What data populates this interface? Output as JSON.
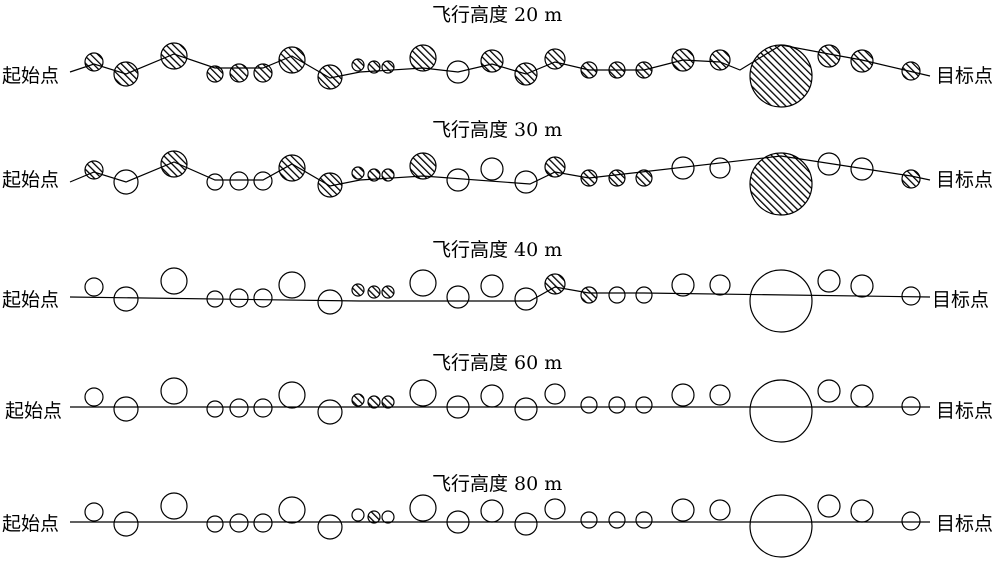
{
  "diagram": {
    "start_label": "起始点",
    "target_label": "目标点",
    "colors": {
      "stroke": "#000000",
      "hatch": "#000000",
      "background": "#ffffff"
    },
    "panels": [
      {
        "title": "飞行高度 20 m",
        "hatched": [
          true,
          true,
          true,
          true,
          true,
          true,
          true,
          true,
          true,
          true,
          true,
          true,
          false,
          true,
          true,
          true,
          true,
          true,
          true,
          true,
          true,
          true,
          true,
          true,
          true
        ]
      },
      {
        "title": "飞行高度 30 m",
        "hatched": [
          true,
          false,
          true,
          false,
          false,
          false,
          true,
          true,
          true,
          true,
          true,
          true,
          false,
          false,
          false,
          true,
          true,
          true,
          true,
          false,
          false,
          true,
          false,
          false,
          true
        ]
      },
      {
        "title": "飞行高度 40 m",
        "hatched": [
          false,
          false,
          false,
          false,
          false,
          false,
          false,
          false,
          true,
          true,
          true,
          false,
          false,
          false,
          false,
          true,
          true,
          false,
          false,
          false,
          false,
          false,
          false,
          false,
          false
        ]
      },
      {
        "title": "飞行高度 60 m",
        "hatched": [
          false,
          false,
          false,
          false,
          false,
          false,
          false,
          false,
          true,
          true,
          true,
          false,
          false,
          false,
          false,
          false,
          false,
          false,
          false,
          false,
          false,
          false,
          false,
          false,
          false
        ]
      },
      {
        "title": "飞行高度 80 m",
        "hatched": [
          false,
          false,
          false,
          false,
          false,
          false,
          false,
          false,
          false,
          true,
          false,
          false,
          false,
          false,
          false,
          false,
          false,
          false,
          false,
          false,
          false,
          false,
          false,
          false,
          false
        ]
      }
    ]
  }
}
